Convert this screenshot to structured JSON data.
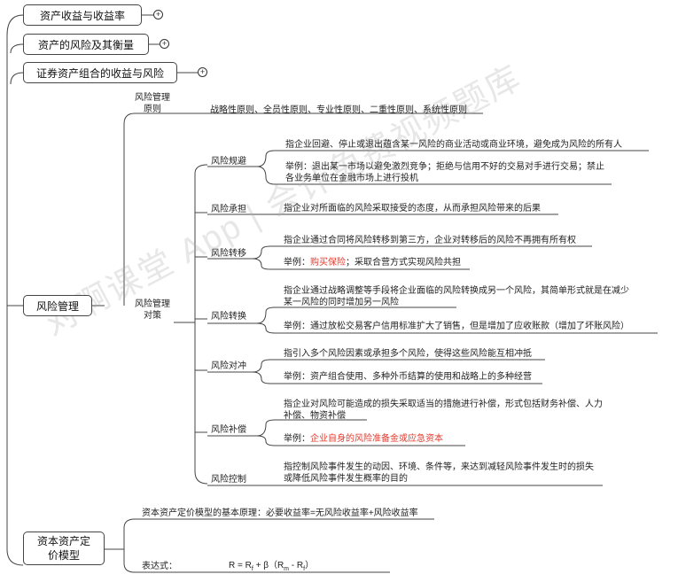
{
  "top_topics": [
    {
      "label": "资产收益与收益率",
      "toggle": "+"
    },
    {
      "label": "资产的风险及其衡量",
      "toggle": "+"
    },
    {
      "label": "证券资产组合的收益与风险",
      "toggle": "+"
    }
  ],
  "risk_management": {
    "label": "风险管理",
    "principles": {
      "label": "风险管理原则",
      "content": "战略性原则、全员性原则、专业性原则、二重性原则、系统性原则"
    },
    "strategies": {
      "label": "风险管理对策",
      "avoid": {
        "label": "风险规避",
        "desc": "指企业回避、停止或退出蕴含某一风险的商业活动或商业环境，避免成为风险的所有人",
        "example": "举例：退出某一市场以避免激烈竞争；拒绝与信用不好的交易对手进行交易；禁止各业务单位在金融市场上进行投机"
      },
      "accept": {
        "label": "风险承担",
        "desc": "指企业对所面临的风险采取接受的态度，从而承担风险带来的后果"
      },
      "transfer": {
        "label": "风险转移",
        "desc": "指企业通过合同将风险转移到第三方，企业对转移后的风险不再拥有所有权",
        "example_prefix": "举例：",
        "example_highlight": "购买保险",
        "example_suffix": "；采取合营方式实现风险共担"
      },
      "convert": {
        "label": "风险转换",
        "desc": "指企业通过战略调整等手段将企业面临的风险转换成另一个风险，其简单形式就是在减少某一风险的同时增加另一风险",
        "example": "举例：通过放松交易客户信用标准扩大了销售，但是增加了应收账款（增加了坏账风险）"
      },
      "hedge": {
        "label": "风险对冲",
        "desc": "指引入多个风险因素或承担多个风险，使得这些风险能互相冲抵",
        "example": "举例：资产组合使用、多种外币结算的使用和战略上的多种经营"
      },
      "compensate": {
        "label": "风险补偿",
        "desc": "指企业对风险可能造成的损失采取适当的措施进行补偿，形式包括财务补偿、人力补偿、物资补偿",
        "example_prefix": "举例：",
        "example_highlight": "企业自身的风险准备金或应急资本"
      },
      "control": {
        "label": "风险控制",
        "desc": "指控制风险事件发生的动因、环境、条件等，来达到减轻风险事件发生时的损失或降低风险事件发生概率的目的"
      }
    }
  },
  "capm": {
    "label": "资本资产定价模型",
    "principle": "资本资产定价模型的基本原理：必要收益率=无风险收益率+风险收益率",
    "expr_label": "表达式：",
    "formula_lhs": "R = R",
    "formula_sub_f": "f",
    "formula_mid": " + β（R",
    "formula_sub_m": "m",
    "formula_minus": " - R",
    "formula_end": "）"
  },
  "watermark": "对啊课堂 App | 会计免费视频题库",
  "colors": {
    "line": "#444444",
    "highlight": "#e23b2e"
  }
}
